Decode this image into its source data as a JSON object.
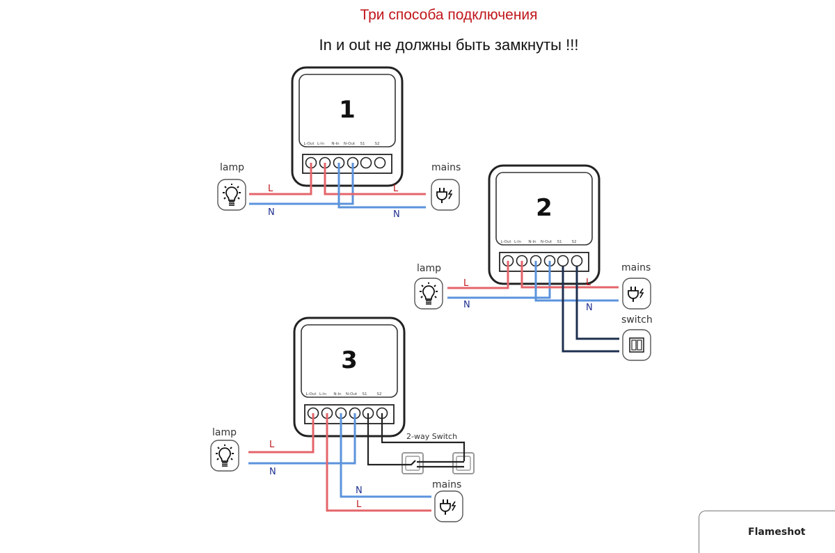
{
  "header": {
    "title": "Три способа подключения",
    "subtitle": "In и out не должны быть замкнуты !!!"
  },
  "colors": {
    "title": "#c0161b",
    "live_wire": "#e4646a",
    "neutral_wire": "#5b93dc",
    "switch_wire": "#1e2f4f",
    "label_blue": "#1f2f8f",
    "label_red": "#c0161b"
  },
  "terminals": [
    "L-Out",
    "L-In",
    "N-In",
    "N-Out",
    "S1",
    "S2"
  ],
  "diagrams": [
    {
      "number": "1",
      "lamp_label": "lamp",
      "mains_label": "mains",
      "wire_labels": {
        "lamp_live": "L",
        "lamp_neutral": "N",
        "mains_live": "L",
        "mains_neutral": "N"
      },
      "lamp_icon": "light-bulb-icon",
      "mains_icon": "power-plug-icon"
    },
    {
      "number": "2",
      "lamp_label": "lamp",
      "mains_label": "mains",
      "switch_label": "switch",
      "wire_labels": {
        "lamp_live": "L",
        "lamp_neutral": "N",
        "mains_live": "L",
        "mains_neutral": "N"
      },
      "lamp_icon": "light-bulb-icon",
      "mains_icon": "power-plug-icon",
      "switch_icon": "wall-switch-icon"
    },
    {
      "number": "3",
      "lamp_label": "lamp",
      "mains_label": "mains",
      "switch_label": "2-way Switch",
      "wire_labels": {
        "lamp_live": "L",
        "lamp_neutral": "N",
        "mains_live": "L",
        "mains_neutral": "N"
      },
      "lamp_icon": "light-bulb-icon",
      "mains_icon": "power-plug-icon",
      "switch_icon": "two-way-switch-icon"
    }
  ],
  "overlay": {
    "flameshot_label": "Flameshot"
  }
}
